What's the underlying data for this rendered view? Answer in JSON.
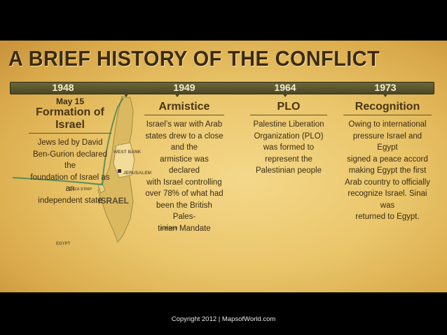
{
  "title": "A BRIEF HISTORY OF THE CONFLICT",
  "colors": {
    "bar": "#4b4727",
    "year_text": "#f5eed0",
    "background": "#eac66b",
    "text": "#3a2c14"
  },
  "timeline": [
    {
      "year": "1948",
      "sub": "May 15",
      "heading": "Formation of Israel",
      "lines": [
        "Jews led by David",
        "Ben-Gurion declared the",
        "foundation of Israel as an",
        "independent state"
      ]
    },
    {
      "year": "1949",
      "heading": "Armistice",
      "lines": [
        "Israel’s war with Arab",
        "states drew to a close",
        "and the",
        "armistice was declared",
        "with Israel controlling",
        "over 78% of what had",
        "been the British Pales-",
        "tinian Mandate"
      ]
    },
    {
      "year": "1964",
      "heading": "PLO",
      "lines": [
        "Palestine Liberation",
        "Organization (PLO)",
        "was formed to",
        "represent the",
        "Palestinian people"
      ]
    },
    {
      "year": "1973",
      "heading": "Recognition",
      "lines": [
        "Owing to international",
        "pressure Israel and Egypt",
        "signed a peace accord",
        "making Egypt the first",
        "Arab country to officially",
        "recognize Israel. Sinai was",
        "returned to Egypt."
      ]
    }
  ],
  "map": {
    "west_bank": "WEST BANK",
    "jerusalem": "JERUSALEM",
    "gaza": "GAZA STRIP",
    "israel": "ISRAEL",
    "jordan": "JORDAN",
    "egypt": "EGYPT"
  },
  "copyright": "Copyright 2012 | MapsofWorld.com"
}
